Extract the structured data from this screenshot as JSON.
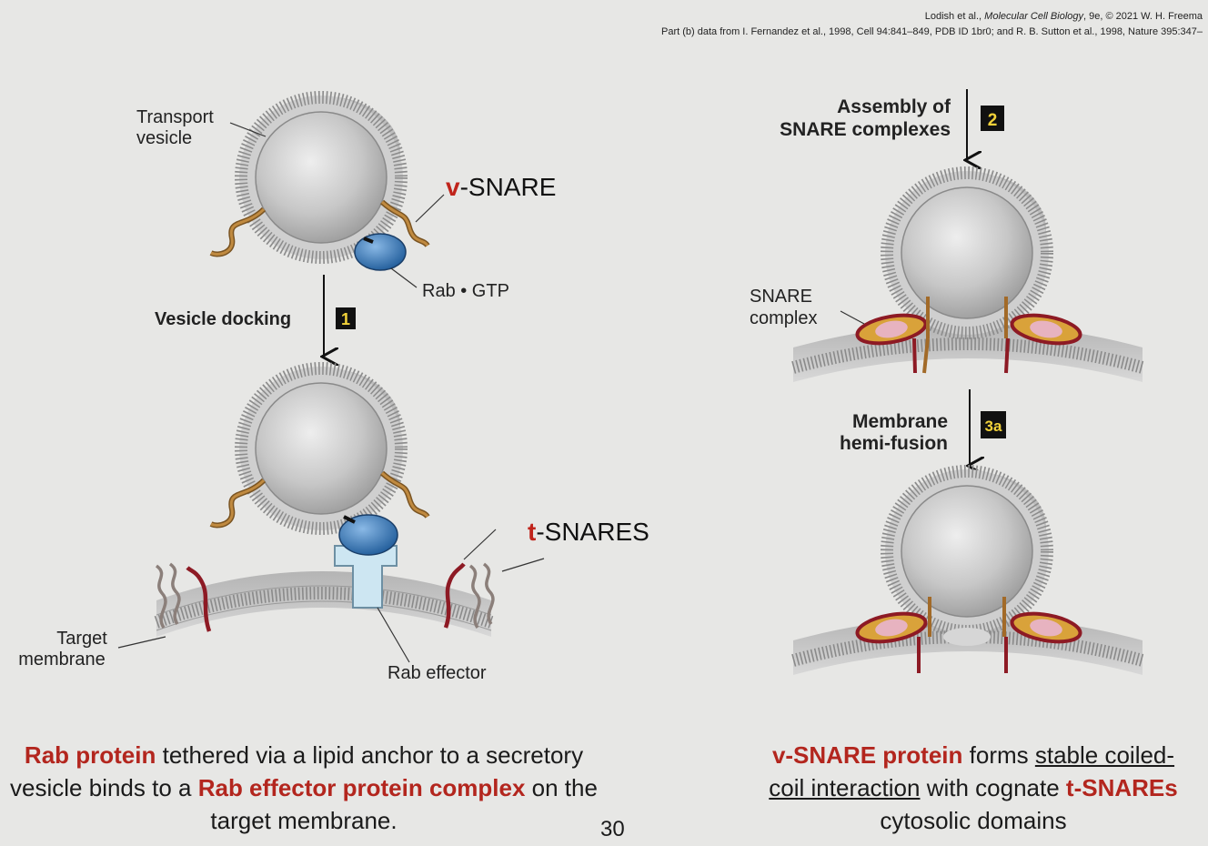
{
  "credits": {
    "line1_prefix": "Lodish et al., ",
    "line1_book": "Molecular Cell Biology",
    "line1_suffix": ", 9e, © 2021 W. H. Freema",
    "line2": "Part (b) data from I. Fernandez et al., 1998, Cell 94:841–849, PDB ID 1br0; and R. B. Sutton et al., 1998, Nature 395:347–"
  },
  "labels": {
    "transport_vesicle": [
      "Transport",
      "vesicle"
    ],
    "v_snare_prefix": "v",
    "v_snare_suffix": "-SNARE",
    "rab_gtp": "Rab • GTP",
    "vesicle_docking": "Vesicle docking",
    "step1": "1",
    "t_snares_prefix": "t",
    "t_snares_suffix": "-SNARES",
    "target_membrane": [
      "Target",
      "membrane"
    ],
    "rab_effector": "Rab effector",
    "assembly": [
      "Assembly of",
      "SNARE complexes"
    ],
    "step2": "2",
    "snare_complex": [
      "SNARE",
      "complex"
    ],
    "hemifusion": [
      "Membrane",
      "hemi-fusion"
    ],
    "step3a": "3a"
  },
  "captions": {
    "left": {
      "p1": "Rab protein",
      "t1": " tethered via a lipid anchor to a secretory vesicle binds to a ",
      "p2": "Rab effector protein complex",
      "t2": " on the target membrane."
    },
    "right": {
      "p1": "v-SNARE protein",
      "t1": " forms ",
      "u1": "stable coiled-coil interaction",
      "t2": " with cognate ",
      "p2": "t-SNAREs",
      "t3": " cytosolic domains"
    }
  },
  "page_number": "30",
  "colors": {
    "highlight": "#b3261e",
    "background": "#e7e7e5",
    "rab_protein": "#3a78b8",
    "rab_effector": "#bfe0ef",
    "v_snare": "#a26a28",
    "t_snare": "#8d1a24"
  }
}
